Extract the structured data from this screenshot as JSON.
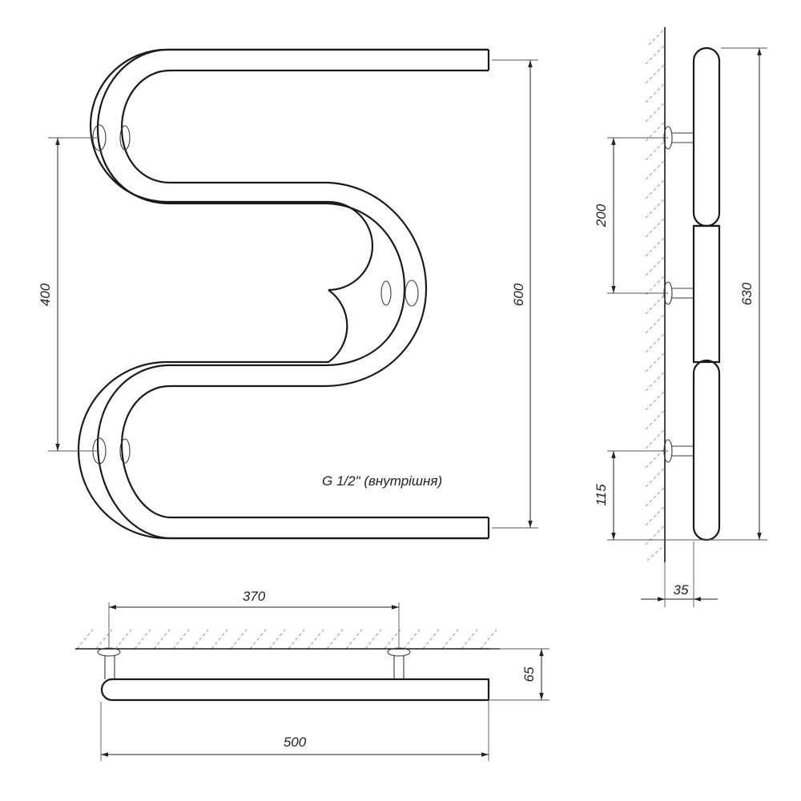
{
  "front_view": {
    "dim_height_total": "600",
    "dim_mount_spacing": "400",
    "thread_note": "G 1/2\" (внутрішня)"
  },
  "side_view": {
    "dim_overall_height": "630",
    "dim_mount_step": "200",
    "dim_bottom_offset": "115",
    "dim_wall_offset": "35"
  },
  "top_view": {
    "dim_mount_centers": "370",
    "dim_width": "500",
    "dim_depth": "65"
  }
}
